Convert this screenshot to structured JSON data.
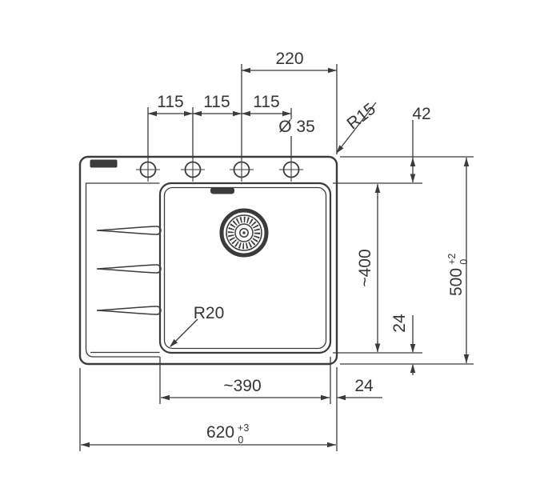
{
  "drawing": {
    "title": "sink-technical-drawing",
    "colors": {
      "line": "#3b3b3b",
      "text": "#353535",
      "background": "#ffffff"
    },
    "labels": {
      "dim_220": "220",
      "dim_115_1": "115",
      "dim_115_2": "115",
      "dim_115_3": "115",
      "dim_hole_dia": "Ø 35",
      "dim_r15": "R15",
      "dim_42": "42",
      "dim_400": "~400",
      "dim_500": "500",
      "dim_500_tol_plus": "+2",
      "dim_500_tol_minus": "0",
      "dim_24_vertical": "24",
      "dim_r20": "R20",
      "dim_390": "~390",
      "dim_24_horizontal": "24",
      "dim_620": "620",
      "dim_620_tol_plus": "+3",
      "dim_620_tol_minus": "0"
    }
  }
}
